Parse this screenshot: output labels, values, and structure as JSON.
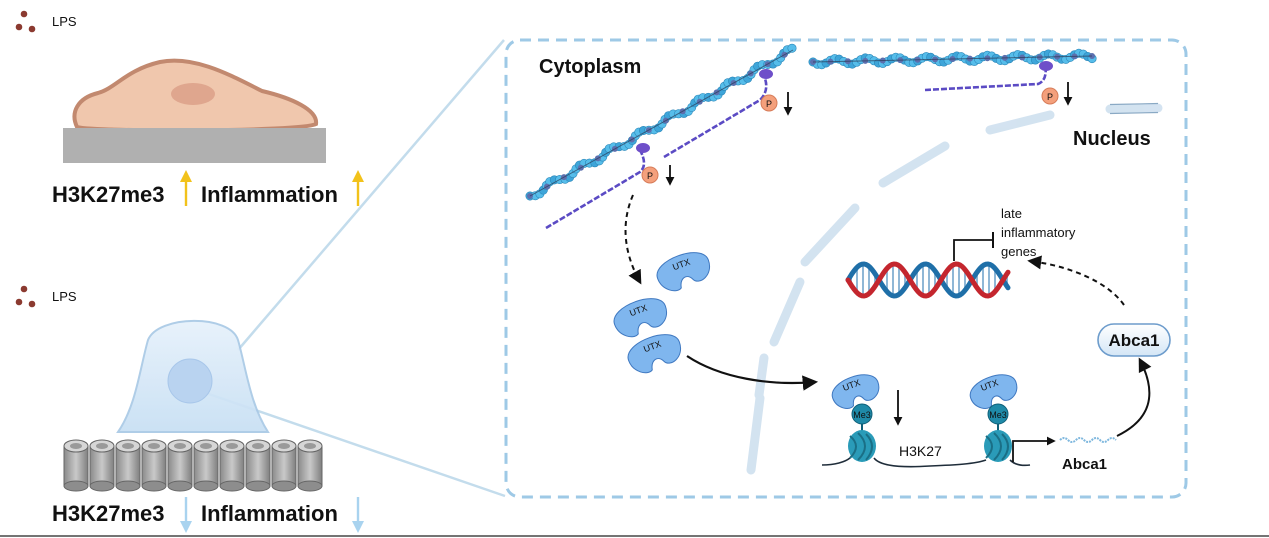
{
  "top_panel": {
    "lps_label": "LPS",
    "h3k27me3_label": "H3K27me3",
    "inflammation_label": "Inflammation"
  },
  "bottom_panel": {
    "lps_label": "LPS",
    "h3k27me3_label": "H3K27me3",
    "inflammation_label": "Inflammation"
  },
  "zoom_box": {
    "cytoplasm_label": "Cytoplasm",
    "nucleus_label": "Nucleus",
    "phospho_marks": [
      "P",
      "P",
      "P"
    ],
    "utx_labels": [
      "UTX",
      "UTX",
      "UTX",
      "UTX",
      "UTX"
    ],
    "me3_labels": [
      "Me3",
      "Me3"
    ],
    "h3k27_label": "H3K27",
    "gene_label": "Abca1",
    "protein_label": "Abca1",
    "late_genes_lines": [
      "late",
      "inflammatory",
      "genes"
    ]
  },
  "colors": {
    "up_arrow": "#f2c21b",
    "down_arrow": "#a9d3ef",
    "cell_top": "#f0c7ad",
    "cell_bottom": "#d7e8f8",
    "utx": "#7fb6ee",
    "dna_red": "#c4262e",
    "dna_blue": "#1f6fa8",
    "dashed_border": "#9ec9e6",
    "phospho": "#f4a07c",
    "lps_dot": "#8b3a30"
  }
}
